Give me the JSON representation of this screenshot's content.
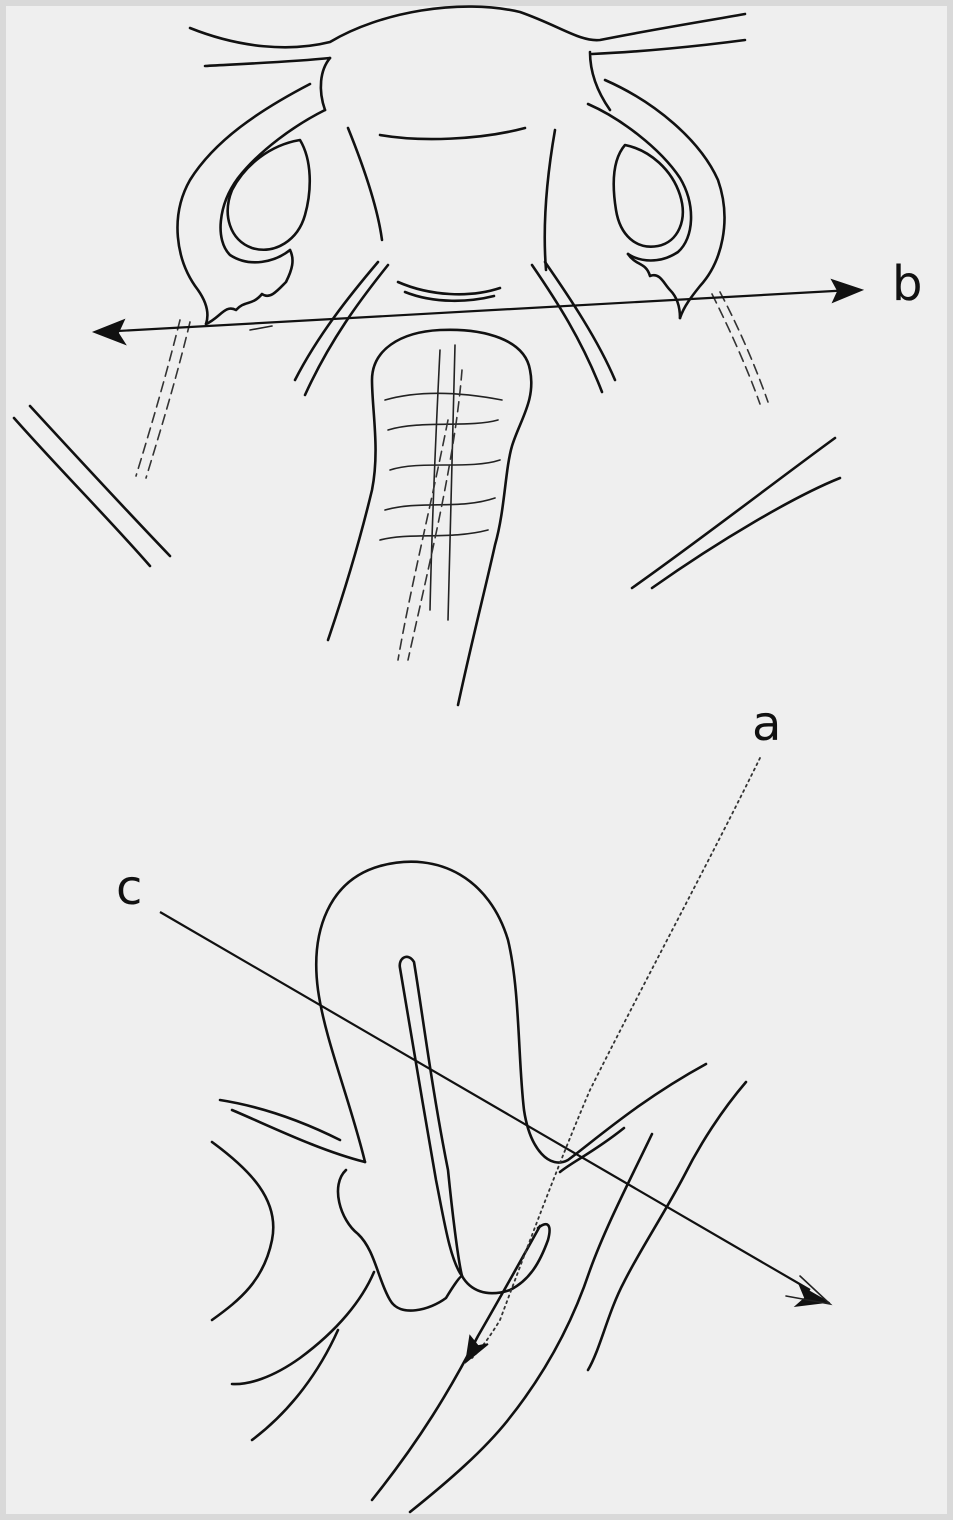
{
  "figure": {
    "labels": {
      "a": "a",
      "b": "b",
      "c": "c"
    }
  }
}
